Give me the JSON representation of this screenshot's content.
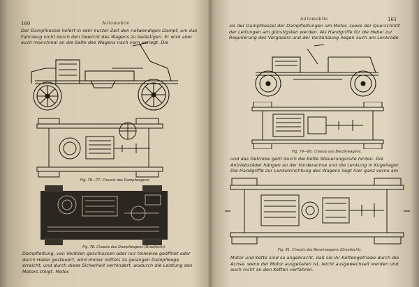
{
  "left_page": {
    "page_number": "160",
    "running_head": "Automobile",
    "top_text": "Der Dampfkessel liefert in sehr kurzer Zeit den notwendigen Dampf, um das Fahrzeug nicht durch den Gewicht des Wagens zu belästigen. Er wird aber auch manchmal an die Seite des Wagens nach vorn verlegt. Die",
    "figure1_caption": "Fig. 76—77.  Chassis des Dampfwagens.",
    "figure2_caption": "Fig. 78.  Chassis des Dampfwagens (Draufsicht).",
    "bottom_text": "Dampfleitung, von Ventilen geschlossen oder nur teilweise geöffnet oder durch Hebel gesteuert, wird immer mittels zu gelangen Dampfwege erreicht, und durch diese Sicherheit verhindert, wodurch die Leistung des Motors steigt. Motor."
  },
  "right_page": {
    "page_number": "161",
    "running_head": "Automobile",
    "top_text": "als der Dampfkessel der Dampfleitungen am Motor, sowie der Querschnitt der Leitungen am günstigsten werden. Als Handgriffe für die Hebel zur Regulierung des Vergasers und der Vorzündung liegen auch am Lenkrade",
    "figure1_caption": "Fig. 79—80.  Chassis des Benzinwagens.",
    "middle_text": "und das Getriebe geht durch die Kette Steuerungsrolle hinten. Die Antriebsräder hängen an der Vorderachse und die Lenkung in Kugellager. Die Handgriffe zur Lenkeinrichtung des Wagens liegt hier ganz vorne am",
    "figure2_caption": "Fig. 81.  Chassis des Benzinwagens (Draufsicht).",
    "bottom_text": "Motor und Kette sind so angebracht, daß sie ihr Kettengetriebe durch die Achse, wenn der Motor ausgefallen ist, leicht ausgewechselt werden und auch nicht an den Ketten verfahren."
  }
}
